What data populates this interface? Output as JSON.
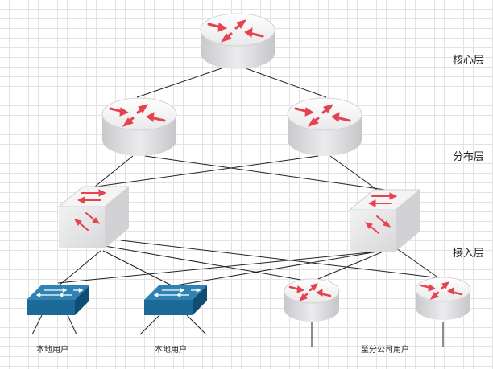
{
  "layers": {
    "core": "核心层",
    "distribution": "分布层",
    "access": "接入层"
  },
  "users": {
    "local_1": "本地用户",
    "local_2": "本地用户",
    "branch": "至分公司用户"
  },
  "colors": {
    "router_body": "#e4e4e6",
    "router_top": "#f7f7f7",
    "arrow": "#e6424f",
    "switch_blue": "#1b6a98",
    "link": "#222222"
  },
  "icons": {
    "router": "router-icon",
    "l3_switch": "layer3-switch-icon",
    "switch": "workgroup-switch-icon"
  }
}
